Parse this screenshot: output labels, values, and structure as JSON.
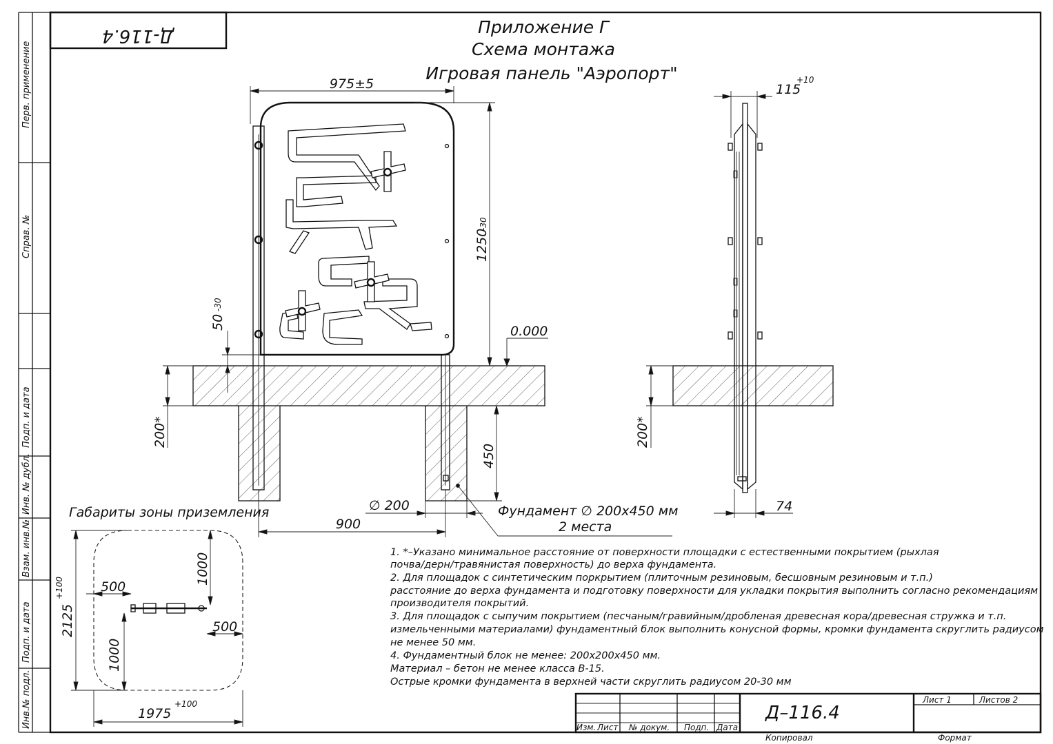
{
  "title": {
    "line1": "Приложение Г",
    "line2": "Схема монтажа",
    "line3": "Игровая панель \"Аэропорт\""
  },
  "stamp_code_mirrored": "Д-116.4",
  "side_labels": {
    "perv": "Перв. применение",
    "sprav": "Справ. №",
    "podp1": "Подп. и дата",
    "inv_dubl": "Инв. № дубл.",
    "vzam": "Взам. инв.№",
    "podp2": "Подп. и дата",
    "inv_podl": "Инв.№ подл."
  },
  "front_view": {
    "width_dim": "975±5",
    "height_dim": "1250",
    "height_tol": "-30",
    "offset_dim": "50",
    "offset_tol": "-30",
    "level": "0.000",
    "depth_left": "200*",
    "foundation_depth": "450",
    "diameter": "∅ 200",
    "spacing": "900",
    "foundation_label": "Фундамент ∅ 200х450 мм",
    "foundation_count": "2 места"
  },
  "side_view": {
    "thickness_dim": "115",
    "thickness_tol": "+10",
    "base_dim": "74",
    "depth": "200*"
  },
  "zone": {
    "title": "Габариты зоны приземления",
    "width": "1975",
    "width_tol": "+100",
    "height": "2125",
    "height_tol": "+100",
    "top_gap": "1000",
    "bottom_gap": "1000",
    "left_gap": "500",
    "right_gap": "500"
  },
  "notes": [
    "1. *–Указано минимальное расстояние от поверхности площадки с естественными покрытием (рыхлая",
    "почва/дерн/травянистая поверхность) до верха фундамента.",
    "2. Для площадок с синтетическим поркрытием (плиточным резиновым, бесшовным резиновым и т.п.)",
    "расстояние до верха фундамента и подготовку поверхности для укладки покрытия выполнить согласно рекомендациям",
    "производителя покрытий.",
    "3. Для площадок с сыпучим покрытием (песчаным/гравийным/дробленая древесная кора/древесная стружка и т.п.",
    "измельченными материалами) фундаментный блок выполнить конусной формы, кромки фундамента скруглить радиусом",
    "не менее 50 мм.",
    "4. Фундаментный блок не менее: 200х200х450 мм.",
    "   Материал – бетон не менее класса В-15.",
    "   Острые кромки фундамента в верхней части скруглить радиусом 20-30 мм"
  ],
  "title_block": {
    "code": "Д–116.4",
    "sheet": "Лист 1",
    "sheets": "Листов 2",
    "col_izm": "Изм.",
    "col_list": "Лист",
    "col_doc": "№ докум.",
    "col_podp": "Подп.",
    "col_date": "Дата",
    "copied": "Копировал",
    "format": "Формат"
  }
}
